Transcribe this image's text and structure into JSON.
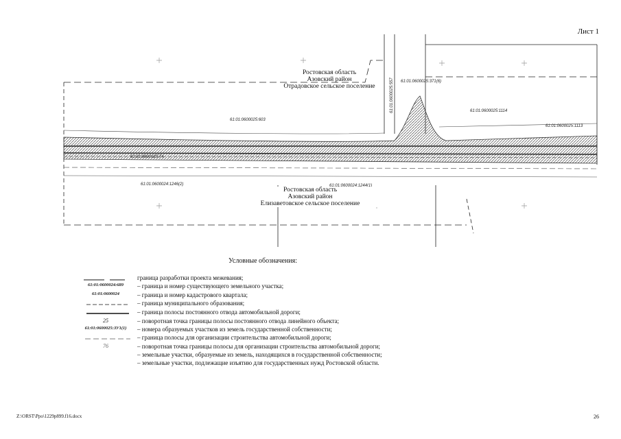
{
  "sheet": {
    "label": "Лист 1"
  },
  "map": {
    "north_region": {
      "line1": "Ростовская область",
      "line2": "Азовский район",
      "line3": "Отрадовское сельское поселение"
    },
    "south_region": {
      "line1": "Ростовская область",
      "line2": "Азовский район",
      "line3": "Елизаветовское сельское поселение"
    },
    "parcel_labels": [
      "61:01:0600025:603",
      "61:01:0600025:557",
      "61:01:0600025:371(6)",
      "61:01:0600025:1114",
      "61:01:0600025:1113",
      "61:01:0600025:74",
      "61:01:0600024:1246(2)",
      "61:01:0600024:1244(1)"
    ]
  },
  "legend": {
    "title": "Условные обозначения:",
    "items": [
      {
        "code": "",
        "text": "граница разработки проекта межевания;"
      },
      {
        "code": "61:01:0600024:689",
        "text": "– граница и номер существующего земельного участка;"
      },
      {
        "code": "61:01:0600024",
        "text": "– граница и номер кадастрового квартала;"
      },
      {
        "code": "",
        "text": "– граница муниципального образования;"
      },
      {
        "code": "",
        "text": "– граница полосы постоянного отвода автомобильной дороги;"
      },
      {
        "code": "25",
        "text": "– поворотная точка границы полосы постоянного отвода линейного объекта;"
      },
      {
        "code": "61:01:0600025:ЗУ1(1)",
        "text": "– номера образуемых участков из земель государственной собственности;"
      },
      {
        "code": "",
        "text": "– граница полосы для организации строительства автомобильной дороги;"
      },
      {
        "code": "76",
        "text": "– поворотная точка границы полосы  для организации строительства автомобильной дороги;"
      },
      {
        "code": "",
        "text": "– земельные участки, образуемые из земель, находящихся в государственной собственности;"
      },
      {
        "code": "",
        "text": "– земельные участки, подлежащие изъятию для государственных нужд Ростовской области."
      }
    ]
  },
  "footer": {
    "file": "Z:\\ORST\\Ppo\\1229p899.f16.docx",
    "page": "26"
  }
}
